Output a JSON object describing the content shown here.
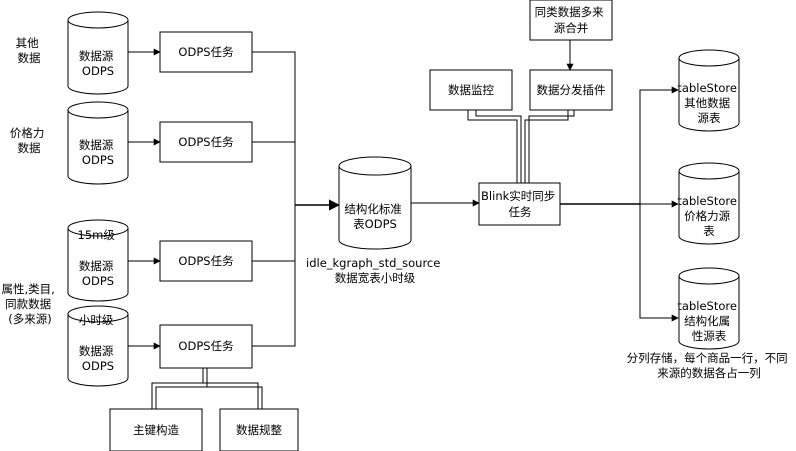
{
  "labels": {
    "src1": [
      "其他",
      "数据"
    ],
    "src2": [
      "价格力",
      "数据"
    ],
    "src34": [
      "属性,类目,",
      "同款数据",
      "(多来源)"
    ]
  },
  "cylinders": {
    "ds1": [
      "数据源",
      "ODPS"
    ],
    "ds2": [
      "数据源",
      "ODPS"
    ],
    "ds3": [
      "15m级",
      "数据源",
      "ODPS"
    ],
    "ds4": [
      "小时级",
      "数据源",
      "ODPS"
    ],
    "std": [
      "结构化标准",
      "表ODPS"
    ],
    "ts1": [
      "tableStore",
      "其他数据",
      "源表"
    ],
    "ts2": [
      "tableStore",
      "价格力源",
      "表"
    ],
    "ts3": [
      "tableStore",
      "结构化属",
      "性源表"
    ]
  },
  "boxes": {
    "task1": [
      "ODPS任务"
    ],
    "task2": [
      "ODPS任务"
    ],
    "task3": [
      "ODPS任务"
    ],
    "task4": [
      "ODPS任务"
    ],
    "pk": [
      "主键构造"
    ],
    "norm": [
      "数据规整"
    ],
    "merge": [
      "同类数据多来",
      "源合并"
    ],
    "monitor": [
      "数据监控"
    ],
    "plugin": [
      "数据分发插件"
    ],
    "blink": [
      "Blink实时同步",
      "任务"
    ]
  },
  "captions": {
    "std_table": [
      "idle_kgraph_std_source",
      "数据宽表小时级"
    ],
    "storage": [
      "分列存储，每个商品一行，不同",
      "来源的数据各占一列"
    ]
  }
}
